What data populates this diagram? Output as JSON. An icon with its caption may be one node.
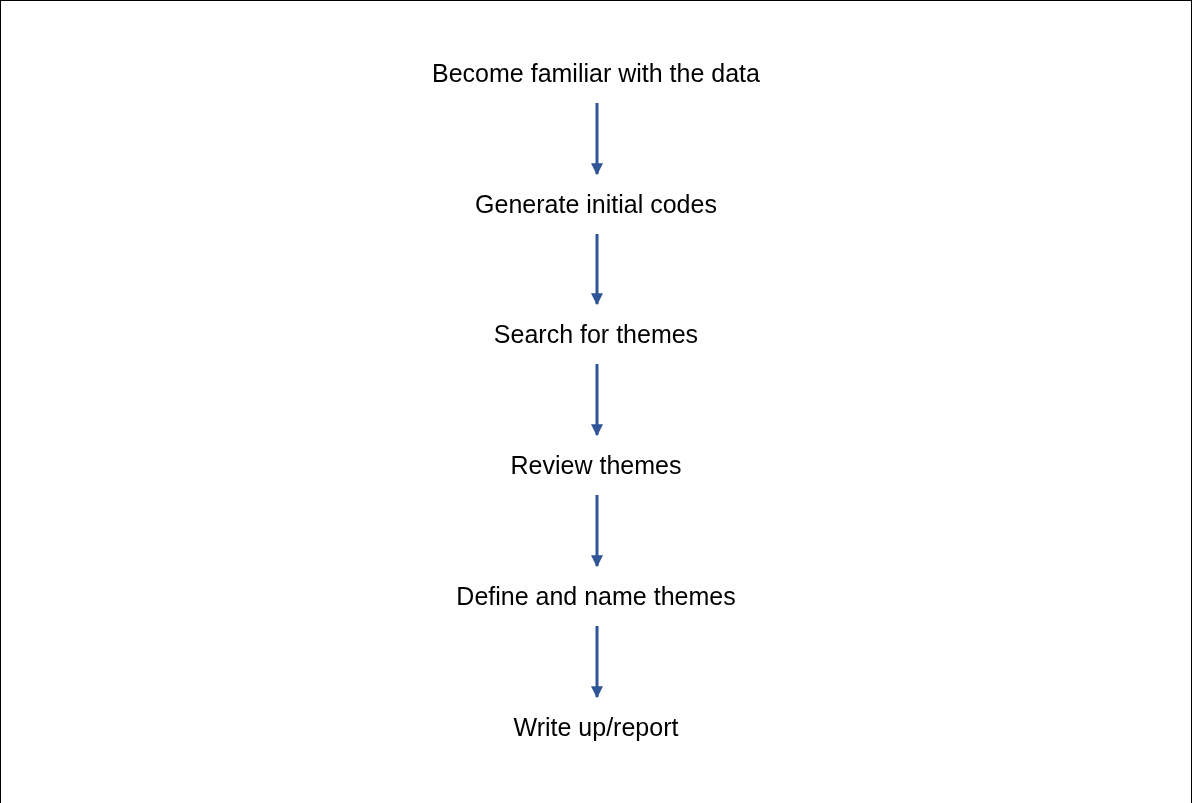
{
  "diagram": {
    "nodes": [
      {
        "text": [
          "Become familiar with the data"
        ]
      },
      {
        "text": [
          "Generate initial codes"
        ]
      },
      {
        "text": [
          "Search for themes"
        ]
      },
      {
        "text": [
          "Review themes"
        ]
      },
      {
        "text": [
          "Define and name themes"
        ]
      },
      {
        "text": [
          "Write up/report"
        ]
      }
    ],
    "edges": [
      {
        "from": 0,
        "to": 1,
        "arrow": "to"
      },
      {
        "from": 1,
        "to": 2,
        "arrow": "to"
      },
      {
        "from": 2,
        "to": 3,
        "arrow": "to"
      },
      {
        "from": 3,
        "to": 4,
        "arrow": "to"
      },
      {
        "from": 4,
        "to": 5,
        "arrow": "to"
      }
    ]
  }
}
